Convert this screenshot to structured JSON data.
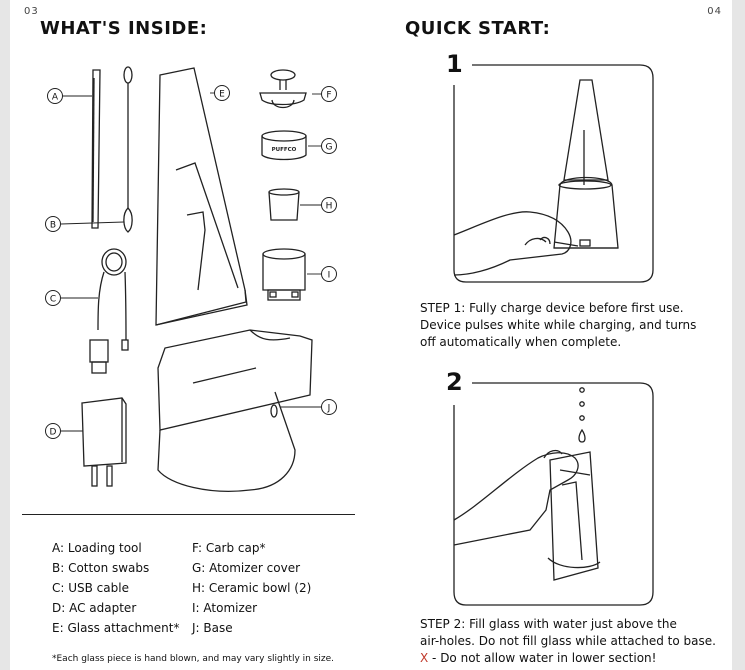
{
  "page_numbers": {
    "left": "03",
    "right": "04"
  },
  "left": {
    "heading": "WHAT'S INSIDE:",
    "callouts": [
      "A",
      "B",
      "C",
      "D",
      "E",
      "F",
      "G",
      "H",
      "I",
      "J"
    ],
    "cap_brand": "PUFFCO",
    "legend_col1": [
      "A:  Loading tool",
      "B:  Cotton swabs",
      "C:  USB cable",
      "D:  AC adapter",
      "E:  Glass attachment*"
    ],
    "legend_col2": [
      "F:  Carb cap*",
      "G:  Atomizer cover",
      "H:  Ceramic bowl (2)",
      "I:  Atomizer",
      "J:  Base"
    ],
    "footnote": "*Each glass piece is hand blown, and may vary slightly in size."
  },
  "right": {
    "heading": "QUICK START:",
    "step1": {
      "number": "1",
      "lines": [
        "STEP 1: Fully charge device before first use.",
        "Device pulses white while charging, and turns",
        "off automatically when complete."
      ]
    },
    "step2": {
      "number": "2",
      "lines": [
        "STEP 2: Fill glass with water just above the",
        "air-holes. Do not fill glass while attached to base."
      ],
      "warning_mark": "X",
      "warning_text": " - Do not allow water in lower section!"
    }
  },
  "colors": {
    "warning": "#c0392b",
    "ink": "#111111"
  }
}
